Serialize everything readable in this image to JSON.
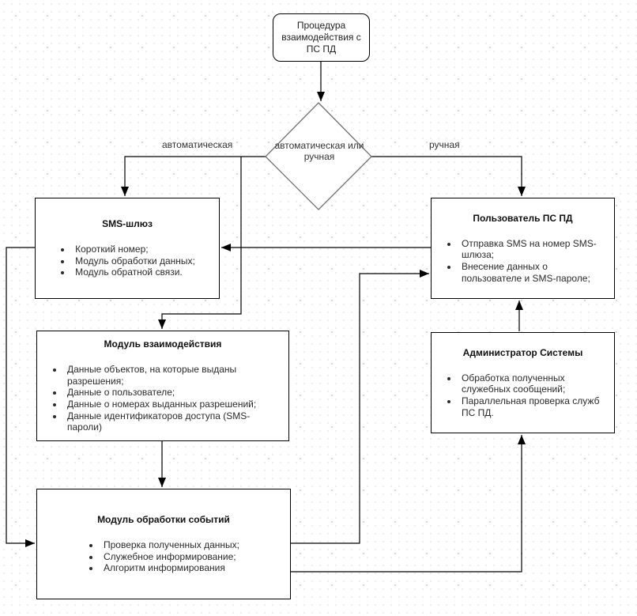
{
  "diagram": {
    "nodes": {
      "start": {
        "title": "Процедура взаимодействия с ПС ПД"
      },
      "decision": {
        "label": "автоматическая или ручная"
      },
      "sms_gateway": {
        "title": "SMS-шлюз",
        "items": [
          "Короткий номер;",
          "Модуль обработки данных;",
          "Модуль обратной связи."
        ]
      },
      "user": {
        "title": "Пользователь ПС ПД",
        "items": [
          "Отправка SMS на номер SMS-шлюза;",
          "Внесение данных о пользователе и SMS-пароле;"
        ]
      },
      "interaction": {
        "title": "Модуль взаимодействия",
        "items": [
          "Данные объектов, на которые выданы разрешения;",
          "Данные о пользователе;",
          "Данные о номерах выданных разрешений;",
          "Данные идентификаторов доступа (SMS-пароли)"
        ]
      },
      "admin": {
        "title": "Администратор Системы",
        "items": [
          "Обработка полученных служебных сообщений;",
          "Параллельная проверка служб ПС ПД."
        ]
      },
      "events": {
        "title": "Модуль обработки событий",
        "items": [
          "Проверка полученных данных;",
          "Служебное информирование;",
          "Алгоритм информирования"
        ]
      }
    },
    "edge_labels": {
      "automatic": "автоматическая",
      "manual": "ручная"
    },
    "colors": {
      "connector": "#000000",
      "shape_border": "#000000",
      "decision_border": "#707070",
      "grid_dot": "#d9d9d9"
    }
  }
}
